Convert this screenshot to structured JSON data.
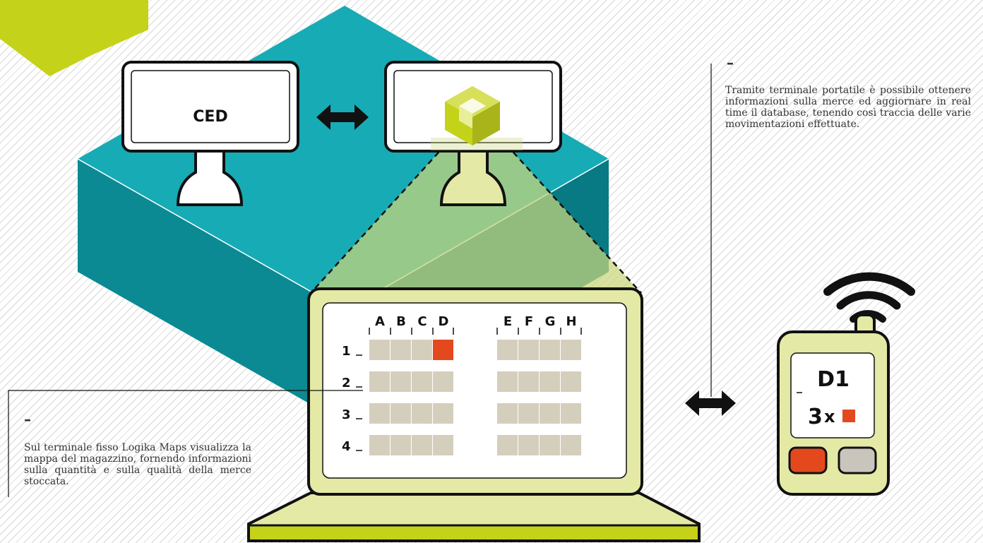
{
  "monitor_left": {
    "label": "CED"
  },
  "laptop_map": {
    "columns_left": [
      "A",
      "B",
      "C",
      "D"
    ],
    "columns_right": [
      "E",
      "F",
      "G",
      "H"
    ],
    "rows": [
      "1",
      "2",
      "3",
      "4"
    ],
    "highlight": {
      "row": "1",
      "column": "D"
    }
  },
  "handheld": {
    "location": "D1",
    "quantity": "3",
    "multiplier": "x"
  },
  "captions": {
    "right": "Tramite terminale portatile è possibile ottenere informazioni sulla merce ed aggiornare in real time il database, tenendo così traccia delle varie movimentazioni effettuate.",
    "left": "Sul terminale fisso Logika Maps visualizza la mappa del magazzino, fornendo informazioni sulla quantità e sulla qualità della merce stoccata.",
    "dash": "–"
  },
  "colors": {
    "teal_top": "#17abb5",
    "teal_side_left": "#0b8a94",
    "teal_side_right": "#077a84",
    "lime": "#c5d21a",
    "pale_lime": "#e4e9a6",
    "cell": "#d4cfbd",
    "highlight": "#e3491d",
    "gray_button": "#c9c5bc",
    "outline": "#111111"
  }
}
